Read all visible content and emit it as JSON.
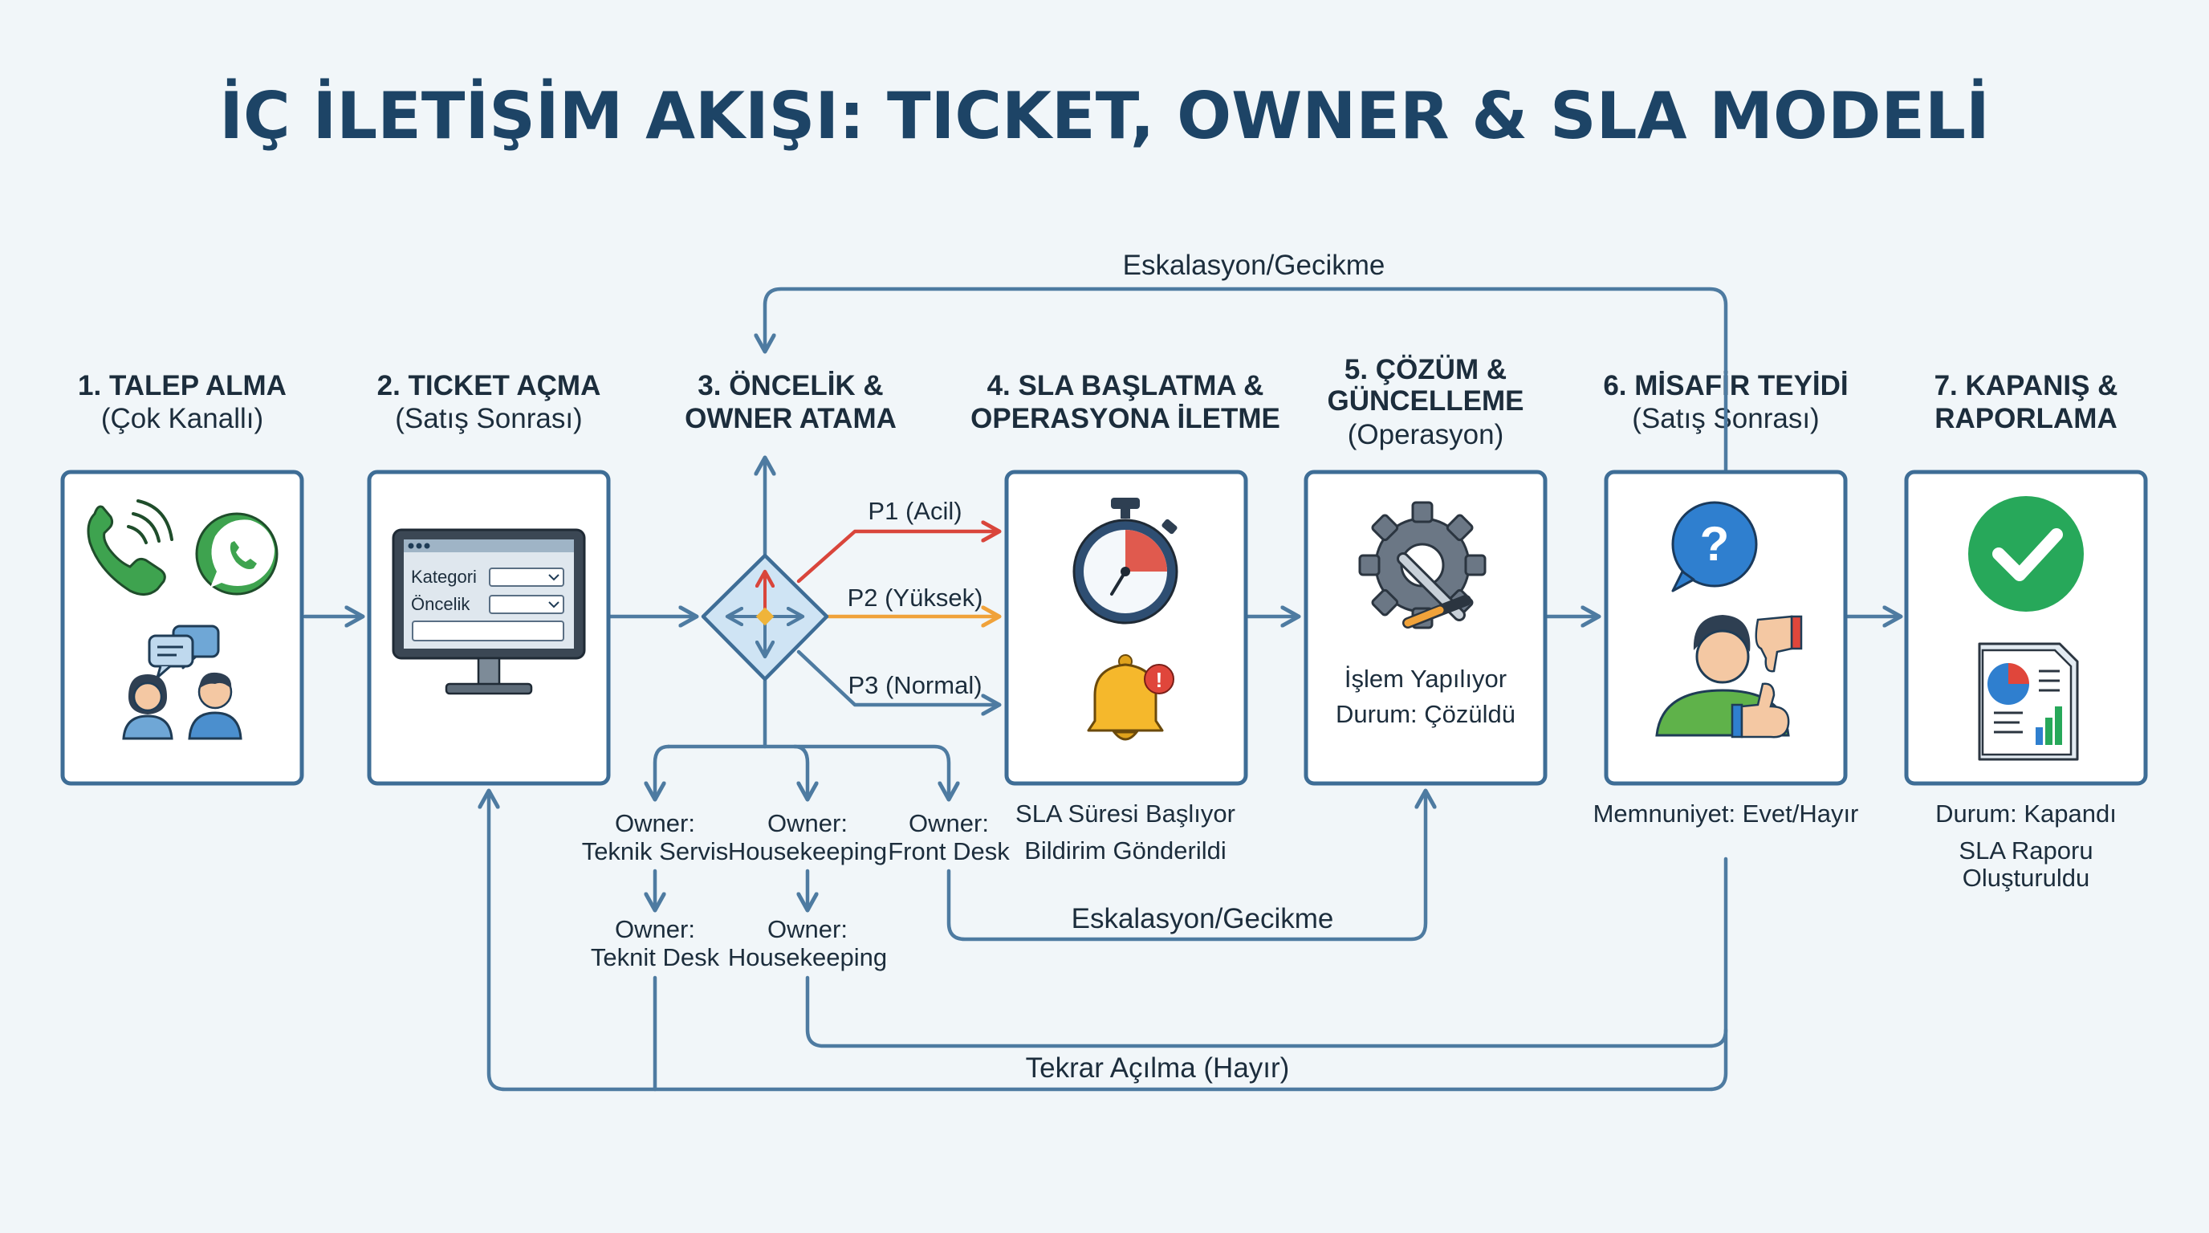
{
  "title": "İÇ İLETİŞİM AKIŞI: TICKET, OWNER & SLA MODELİ",
  "colors": {
    "flow": "#4e7ba1",
    "p1": "#d9453b",
    "p2": "#f0a23a",
    "p3": "#4e7ba1",
    "title": "#1d4466",
    "check": "#27a85a"
  },
  "steps": [
    {
      "title_lines": [
        "1. TALEP ALMA"
      ],
      "subtitle": "(Çok Kanallı)",
      "icons": [
        "phone-icon",
        "whatsapp-icon",
        "chat-bubbles-icon",
        "people-icon"
      ]
    },
    {
      "title_lines": [
        "2. TICKET AÇMA"
      ],
      "subtitle": "(Satış Sonrası)",
      "icons": [
        "computer-form-icon"
      ],
      "form": {
        "field1": "Kategori",
        "field2": "Öncelik"
      }
    },
    {
      "title_lines": [
        "3. ÖNCELİK &",
        "OWNER ATAMA"
      ],
      "subtitle": "",
      "icons": [
        "decision-diamond-icon"
      ]
    },
    {
      "title_lines": [
        "4. SLA BAŞLATMA &",
        "OPERASYONA İLETME"
      ],
      "subtitle": "",
      "icons": [
        "stopwatch-icon",
        "bell-alert-icon"
      ]
    },
    {
      "title_lines": [
        "5. ÇÖZÜM &",
        "GÜNCELLEME"
      ],
      "subtitle": "(Operasyon)",
      "icons": [
        "gear-wrench-icon"
      ],
      "body_lines": [
        "İşlem Yapılıyor",
        "Durum: Çözüldü"
      ]
    },
    {
      "title_lines": [
        "6. MİSAFİR TEYİDİ"
      ],
      "subtitle": "(Satış Sonrası)",
      "icons": [
        "question-bubble-icon",
        "person-icon",
        "thumbs-up-down-icon"
      ]
    },
    {
      "title_lines": [
        "7. KAPANIŞ &",
        "RAPORLAMA"
      ],
      "subtitle": "",
      "icons": [
        "checkmark-icon",
        "report-icon"
      ]
    }
  ],
  "priorities": [
    "P1 (Acil)",
    "P2 (Yüksek)",
    "P3 (Normal)"
  ],
  "owners": {
    "row1": [
      [
        "Owner:",
        "Teknik Servis"
      ],
      [
        "Owner:",
        "Housekeeping"
      ],
      [
        "Owner:",
        "Front Desk"
      ]
    ],
    "row2": [
      [
        "Owner:",
        "Teknit Desk"
      ],
      [
        "Owner:",
        "Housekeeping"
      ]
    ]
  },
  "step4_notes": [
    "SLA Süresi Başlıyor",
    "Bildirim Gönderildi"
  ],
  "step6_note": "Memnuniyet: Evet/Hayır",
  "step7_notes": [
    "Durum: Kapandı",
    "SLA Raporu",
    "Oluşturuldu"
  ],
  "loops": {
    "top": "Eskalasyon/Gecikme",
    "middle": "Eskalasyon/Gecikme",
    "bottom": "Tekrar Açılma (Hayır)"
  }
}
